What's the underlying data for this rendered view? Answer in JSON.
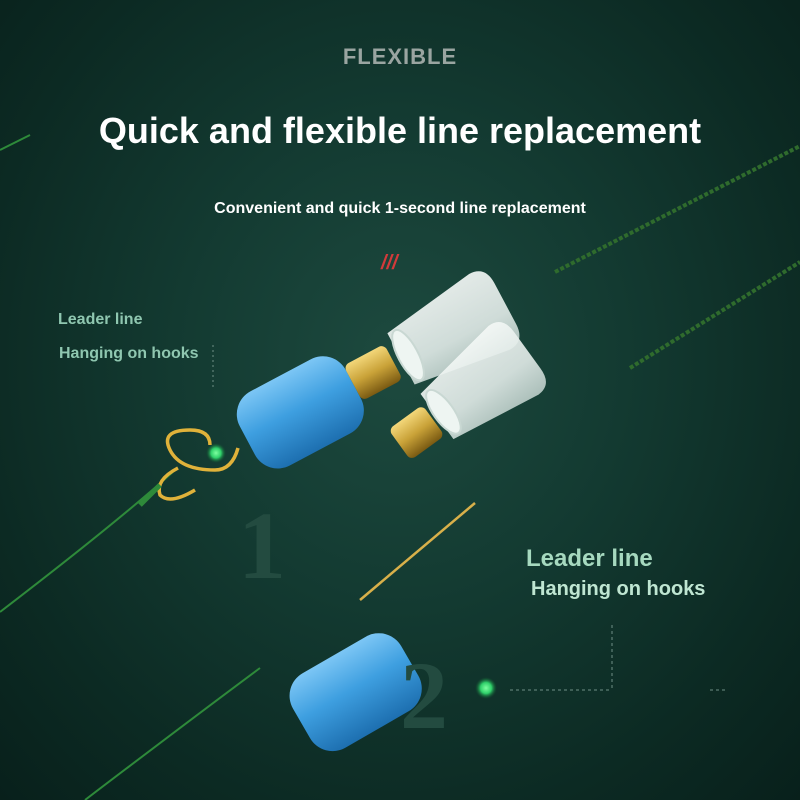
{
  "header": {
    "kicker": "FLEXIBLE",
    "title": "Quick and flexible line replacement",
    "subtitle": "Convenient and quick 1-second line replacement",
    "slashes": "///"
  },
  "callouts": [
    {
      "title": "Leader line",
      "subtitle": "Hanging on hooks"
    },
    {
      "title": "Leader line",
      "subtitle": "Hanging on hooks"
    }
  ],
  "steps": [
    "1",
    "2"
  ],
  "colors": {
    "background": "#133a31",
    "float_blue": "#3e9fe0",
    "sleeve_clear": "#e6f0ee",
    "connector_brass": "#c9a238",
    "line_green": "#2f8a3a",
    "accent_red": "#d23a3a",
    "dot_green": "#2fd06a"
  }
}
